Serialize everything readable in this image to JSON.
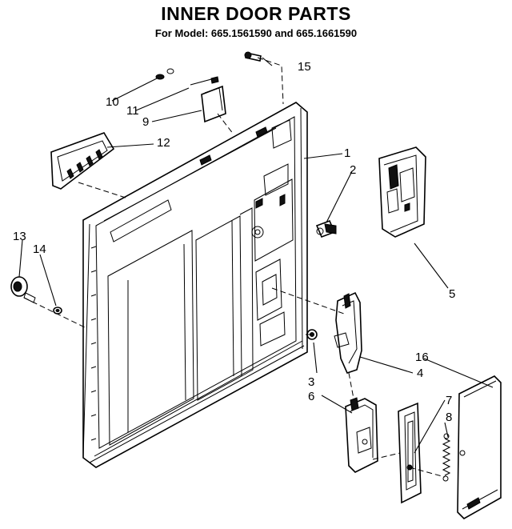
{
  "title": "INNER DOOR PARTS",
  "subtitle": "For Model: 665.1561590 and 665.1661590",
  "callouts": [
    "1",
    "2",
    "3",
    "4",
    "5",
    "6",
    "7",
    "8",
    "9",
    "10",
    "11",
    "12",
    "13",
    "14",
    "15",
    "16"
  ]
}
